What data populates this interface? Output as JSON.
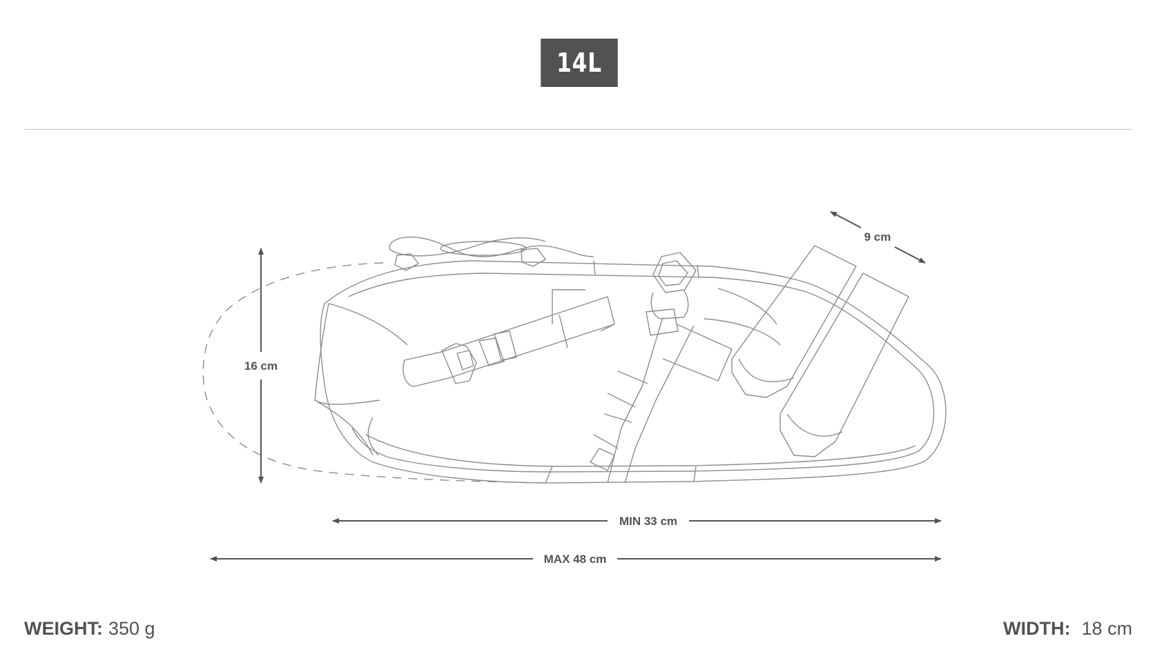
{
  "header": {
    "capacity_badge": "14L"
  },
  "diagram": {
    "dimensions": {
      "height": "16 cm",
      "depth": "9 cm",
      "min_length": "MIN 33 cm",
      "max_length": "MAX 48 cm"
    }
  },
  "specs": {
    "weight_label": "WEIGHT:",
    "weight_value": "350 g",
    "width_label": "WIDTH:",
    "width_value": "18 cm"
  },
  "colors": {
    "badge_background": "#505254",
    "text": "#505254",
    "line_art": "#8a8c8e",
    "divider": "#c4c4c4"
  }
}
